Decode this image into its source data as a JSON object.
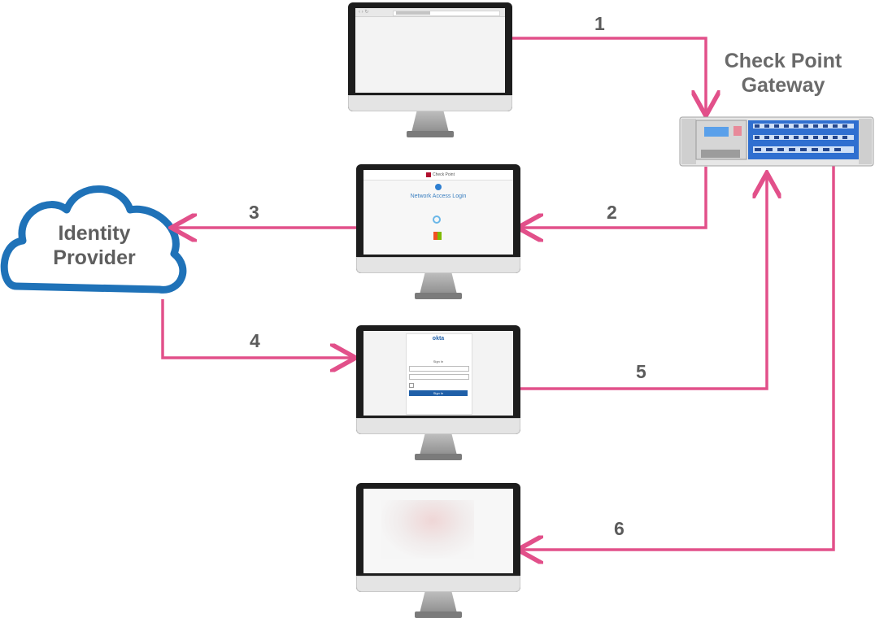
{
  "gateway": {
    "title_line1": "Check Point",
    "title_line2": "Gateway"
  },
  "identity_provider": {
    "label_line1": "Identity",
    "label_line2": "Provider"
  },
  "steps": [
    "1",
    "2",
    "3",
    "4",
    "5",
    "6"
  ],
  "screens": {
    "login": {
      "brand": "Check Point",
      "title": "Network Access Login"
    },
    "okta": {
      "brand": "okta",
      "heading": "Sign In",
      "button": "Sign In"
    }
  },
  "colors": {
    "arrow": "#e2508a",
    "cloud": "#1f72b8",
    "gateway_panel": "#2f6fd0"
  }
}
